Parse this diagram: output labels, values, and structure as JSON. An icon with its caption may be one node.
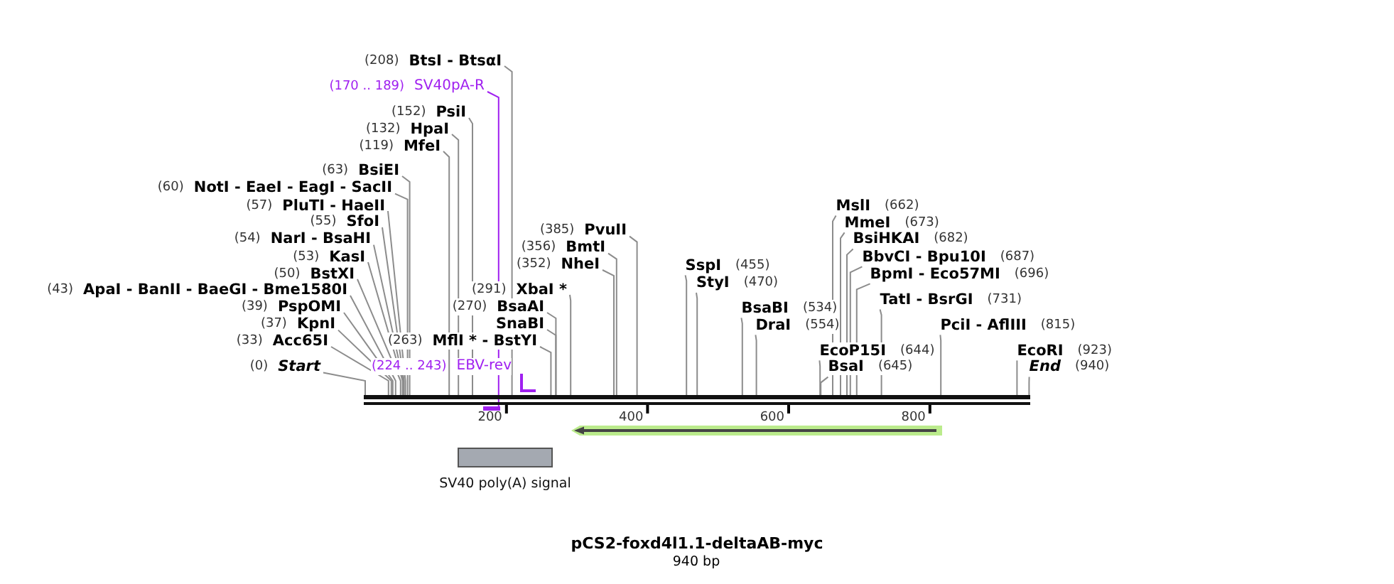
{
  "diagram": {
    "title": "pCS2-foxd4l1.1-deltaAB-myc",
    "caption": "940 bp",
    "nodes": [
      {
        "text": [
          "(208)",
          "BtsI - BtsαI"
        ]
      },
      {
        "text": [
          "(170 .. 189)",
          "SV40pA-R"
        ]
      },
      {
        "text": [
          "(152)",
          "PsiI"
        ]
      },
      {
        "text": [
          "(132)",
          "HpaI"
        ]
      },
      {
        "text": [
          "(119)",
          "MfeI"
        ]
      },
      {
        "text": [
          "(63)",
          "BsiEI"
        ]
      },
      {
        "text": [
          "(60)",
          "NotI - EaeI - EagI - SacII"
        ]
      },
      {
        "text": [
          "(57)",
          "PluTI - HaeII"
        ]
      },
      {
        "text": [
          "(55)",
          "SfoI"
        ]
      },
      {
        "text": [
          "(54)",
          "NarI - BsaHI"
        ]
      },
      {
        "text": [
          "(53)",
          "KasI"
        ]
      },
      {
        "text": [
          "(50)",
          "BstXI"
        ]
      },
      {
        "text": [
          "(43)",
          "ApaI - BanII - BaeGI - Bme1580I"
        ]
      },
      {
        "text": [
          "(39)",
          "PspOMI"
        ]
      },
      {
        "text": [
          "(37)",
          "KpnI"
        ]
      },
      {
        "text": [
          "(33)",
          "Acc65I"
        ]
      },
      {
        "text": [
          "(0)",
          "Start"
        ]
      },
      {
        "text": [
          "(385)",
          "PvuII"
        ]
      },
      {
        "text": [
          "(356)",
          "BmtI"
        ]
      },
      {
        "text": [
          "(352)",
          "NheI"
        ]
      },
      {
        "text": [
          "(291)",
          "XbaI *"
        ]
      },
      {
        "text": [
          "(270)",
          "BsaAI"
        ]
      },
      {
        "text": [
          "SnaBI"
        ]
      },
      {
        "text": [
          "(263)",
          "MflI * - BstYI"
        ]
      },
      {
        "text": [
          "(224 .. 243)",
          "EBV-rev"
        ]
      },
      {
        "text": [
          "MslI",
          "(662)"
        ]
      },
      {
        "text": [
          "MmeI",
          "(673)"
        ]
      },
      {
        "text": [
          "BsiHKAI",
          "(682)"
        ]
      },
      {
        "text": [
          "BbvCI - Bpu10I",
          "(687)"
        ]
      },
      {
        "text": [
          "BpmI - Eco57MI",
          "(696)"
        ]
      },
      {
        "text": [
          "SspI",
          "(455)"
        ]
      },
      {
        "text": [
          "StyI",
          "(470)"
        ]
      },
      {
        "text": [
          "TatI - BsrGI",
          "(731)"
        ]
      },
      {
        "text": [
          "BsaBI",
          "(534)"
        ]
      },
      {
        "text": [
          "DraI",
          "(554)"
        ]
      },
      {
        "text": [
          "PciI - AflIII",
          "(815)"
        ]
      },
      {
        "text": [
          "EcoP15I",
          "(644)"
        ]
      },
      {
        "text": [
          "EcoRI",
          "(923)"
        ]
      },
      {
        "text": [
          "BsaI",
          "(645)"
        ]
      },
      {
        "text": [
          "End",
          "(940)"
        ]
      },
      {
        "text": [],
        "shape": "bar"
      },
      {
        "text": [],
        "shape": "bar"
      },
      {
        "text": [],
        "shape": "bar"
      },
      {
        "text": [],
        "shape": "arrow"
      },
      {
        "text": [
          "SV40 poly(A) signal"
        ]
      }
    ],
    "edges": [
      {
        "from": 0,
        "to": 41,
        "arrow": "none"
      },
      {
        "from": 1,
        "to": 42,
        "arrow": "none",
        "color": "#a020f0"
      },
      {
        "from": 2,
        "to": 41,
        "arrow": "none"
      },
      {
        "from": 3,
        "to": 41,
        "arrow": "none"
      },
      {
        "from": 4,
        "to": 41,
        "arrow": "none"
      },
      {
        "from": 5,
        "to": 41,
        "arrow": "none"
      },
      {
        "from": 6,
        "to": 41,
        "arrow": "none"
      },
      {
        "from": 7,
        "to": 41,
        "arrow": "none"
      },
      {
        "from": 8,
        "to": 41,
        "arrow": "none"
      },
      {
        "from": 9,
        "to": 41,
        "arrow": "none"
      },
      {
        "from": 10,
        "to": 41,
        "arrow": "none"
      },
      {
        "from": 11,
        "to": 41,
        "arrow": "none"
      },
      {
        "from": 12,
        "to": 41,
        "arrow": "none"
      },
      {
        "from": 13,
        "to": 41,
        "arrow": "none"
      },
      {
        "from": 14,
        "to": 41,
        "arrow": "none"
      },
      {
        "from": 15,
        "to": 41,
        "arrow": "none"
      },
      {
        "from": 16,
        "to": 41,
        "arrow": "none"
      },
      {
        "from": 17,
        "to": 41,
        "arrow": "none"
      },
      {
        "from": 18,
        "to": 41,
        "arrow": "none"
      },
      {
        "from": 19,
        "to": 41,
        "arrow": "none"
      },
      {
        "from": 20,
        "to": 41,
        "arrow": "none"
      },
      {
        "from": 21,
        "to": 41,
        "arrow": "none"
      },
      {
        "from": 22,
        "to": 41,
        "arrow": "none"
      },
      {
        "from": 23,
        "to": 41,
        "arrow": "none"
      },
      {
        "from": 25,
        "to": 41,
        "arrow": "none"
      },
      {
        "from": 26,
        "to": 41,
        "arrow": "none"
      },
      {
        "from": 27,
        "to": 41,
        "arrow": "none"
      },
      {
        "from": 28,
        "to": 41,
        "arrow": "none"
      },
      {
        "from": 29,
        "to": 41,
        "arrow": "none"
      },
      {
        "from": 30,
        "to": 41,
        "arrow": "none"
      },
      {
        "from": 31,
        "to": 41,
        "arrow": "none"
      },
      {
        "from": 32,
        "to": 41,
        "arrow": "none"
      },
      {
        "from": 33,
        "to": 41,
        "arrow": "none"
      },
      {
        "from": 34,
        "to": 41,
        "arrow": "none"
      },
      {
        "from": 35,
        "to": 41,
        "arrow": "none"
      },
      {
        "from": 36,
        "to": 41,
        "arrow": "none"
      },
      {
        "from": 37,
        "to": 41,
        "arrow": "none"
      },
      {
        "from": 38,
        "to": 41,
        "arrow": "none"
      },
      {
        "from": 39,
        "to": 41,
        "arrow": "none"
      }
    ],
    "labels": [
      "200",
      "400",
      "600",
      "800"
    ]
  }
}
